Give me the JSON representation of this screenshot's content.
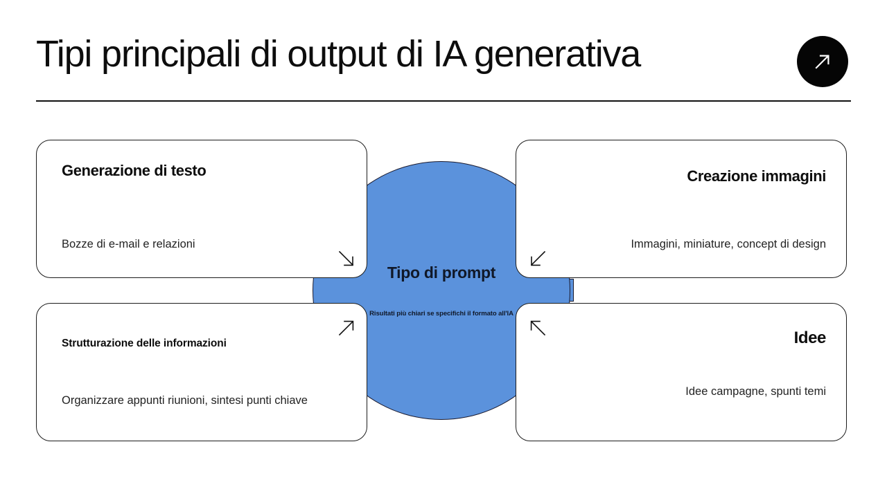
{
  "header": {
    "title": "Tipi principali di output di IA generativa",
    "badge_icon": "arrow-up-right-icon"
  },
  "hub": {
    "label": "Tipo di prompt",
    "note": "Risultati più chiari se specifichi il formato all'IA",
    "color": "#5b92dc",
    "outline": "#1a1a2e"
  },
  "cards": [
    {
      "id": "text-gen",
      "title": "Generazione di testo",
      "body": "Bozze di e-mail e relazioni",
      "arrow_icon": "arrow-down-right-icon"
    },
    {
      "id": "image-gen",
      "title": "Creazione immagini",
      "body": "Immagini, miniature, concept di design",
      "arrow_icon": "arrow-down-left-icon"
    },
    {
      "id": "structure",
      "title": "Strutturazione delle informazioni",
      "body": "Organizzare appunti riunioni, sintesi punti chiave",
      "arrow_icon": "arrow-up-right-icon"
    },
    {
      "id": "ideas",
      "title": "Idee",
      "body": "Idee campagne, spunti temi",
      "arrow_icon": "arrow-up-left-icon"
    }
  ]
}
